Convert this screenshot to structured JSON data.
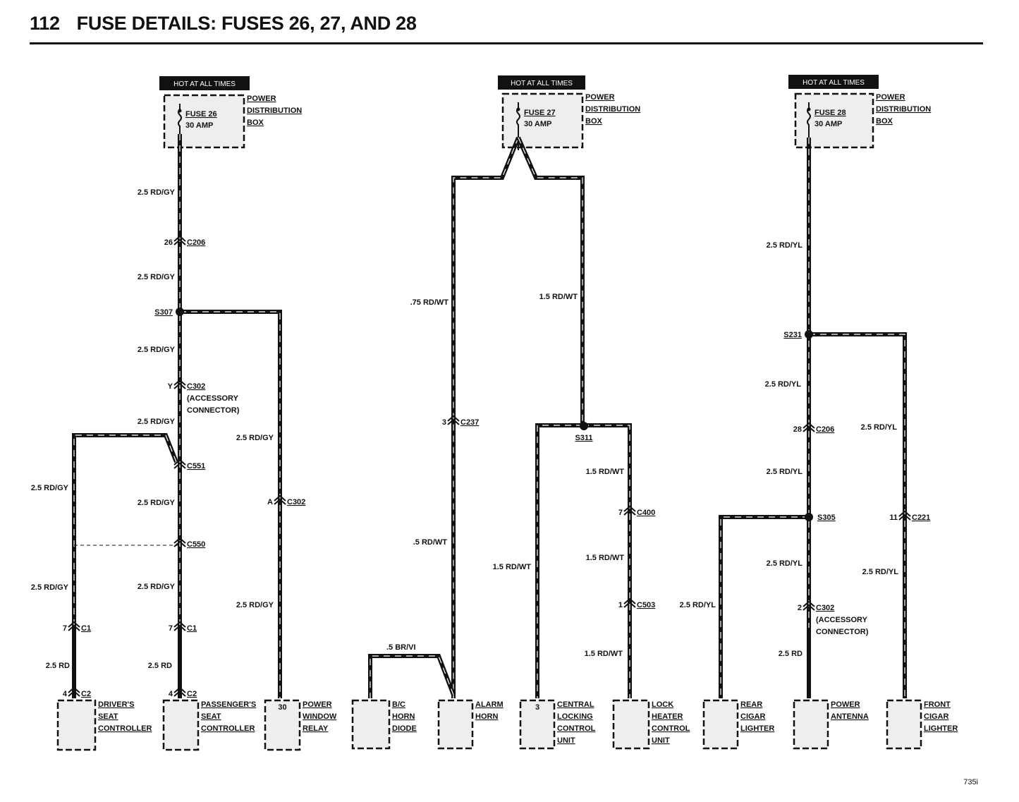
{
  "header": {
    "page_number": "112",
    "title": "FUSE DETAILS: FUSES 26, 27, AND 28"
  },
  "footer": {
    "model": "735i"
  },
  "fuses": [
    {
      "hot": "HOT AT ALL TIMES",
      "fuse": "FUSE 26",
      "amp": "30 AMP",
      "box": [
        "POWER",
        "DISTRIBUTION",
        "BOX"
      ]
    },
    {
      "hot": "HOT AT ALL TIMES",
      "fuse": "FUSE 27",
      "amp": "30 AMP",
      "box": [
        "POWER",
        "DISTRIBUTION",
        "BOX"
      ]
    },
    {
      "hot": "HOT AT ALL TIMES",
      "fuse": "FUSE 28",
      "amp": "30 AMP",
      "box": [
        "POWER",
        "DISTRIBUTION",
        "BOX"
      ]
    }
  ],
  "wire_labels": [
    "2.5 RD/GY",
    "2.5 RD/GY",
    "2.5 RD/GY",
    "2.5 RD/GY",
    "2.5 RD/GY",
    "2.5 RD/GY",
    "2.5 RD/GY",
    "2.5 RD/GY",
    "2.5 RD/GY",
    "2.5 RD",
    "2.5 RD",
    "2.5 RD/GY",
    ".75 RD/WT",
    "1.5 RD/WT",
    ".5 RD/WT",
    ".5 BR/VI",
    "1.5 RD/WT",
    "1.5 RD/WT",
    "1.5 RD/WT",
    "1.5 RD/WT",
    "2.5 RD/YL",
    "2.5 RD/YL",
    "2.5 RD/YL",
    "2.5 RD/YL",
    "2.5 RD/YL",
    "2.5 RD/YL",
    "2.5 RD/YL",
    "2.5 RD"
  ],
  "connectors": [
    {
      "pin": "26",
      "name": "C206"
    },
    {
      "pin": "Y",
      "name": "C302",
      "note": [
        "(ACCESSORY",
        "CONNECTOR)"
      ]
    },
    {
      "pin": "",
      "name": "C551"
    },
    {
      "pin": "",
      "name": "C550"
    },
    {
      "pin": "7",
      "name": "C1"
    },
    {
      "pin": "7",
      "name": "C1"
    },
    {
      "pin": "4",
      "name": "C2"
    },
    {
      "pin": "4",
      "name": "C2"
    },
    {
      "pin": "A",
      "name": "C302"
    },
    {
      "pin": "3",
      "name": "C237"
    },
    {
      "pin": "7",
      "name": "C400"
    },
    {
      "pin": "1",
      "name": "C503"
    },
    {
      "pin": "28",
      "name": "C206"
    },
    {
      "pin": "11",
      "name": "C221"
    },
    {
      "pin": "2",
      "name": "C302",
      "note": [
        "(ACCESSORY",
        "CONNECTOR)"
      ]
    }
  ],
  "splices": [
    "S307",
    "S311",
    "S231",
    "S305"
  ],
  "components": [
    {
      "lines": [
        "DRIVER'S",
        "SEAT",
        "CONTROLLER"
      ],
      "pin": ""
    },
    {
      "lines": [
        "PASSENGER'S",
        "SEAT",
        "CONTROLLER"
      ],
      "pin": ""
    },
    {
      "lines": [
        "POWER",
        "WINDOW",
        "RELAY"
      ],
      "pin": "30"
    },
    {
      "lines": [
        "B/C",
        "HORN",
        "DIODE"
      ],
      "pin": ""
    },
    {
      "lines": [
        "ALARM",
        "HORN"
      ],
      "pin": ""
    },
    {
      "lines": [
        "CENTRAL",
        "LOCKING",
        "CONTROL",
        "UNIT"
      ],
      "pin": "3"
    },
    {
      "lines": [
        "LOCK",
        "HEATER",
        "CONTROL",
        "UNIT"
      ],
      "pin": ""
    },
    {
      "lines": [
        "REAR",
        "CIGAR",
        "LIGHTER"
      ],
      "pin": ""
    },
    {
      "lines": [
        "POWER",
        "ANTENNA"
      ],
      "pin": ""
    },
    {
      "lines": [
        "FRONT",
        "CIGAR",
        "LIGHTER"
      ],
      "pin": ""
    }
  ]
}
